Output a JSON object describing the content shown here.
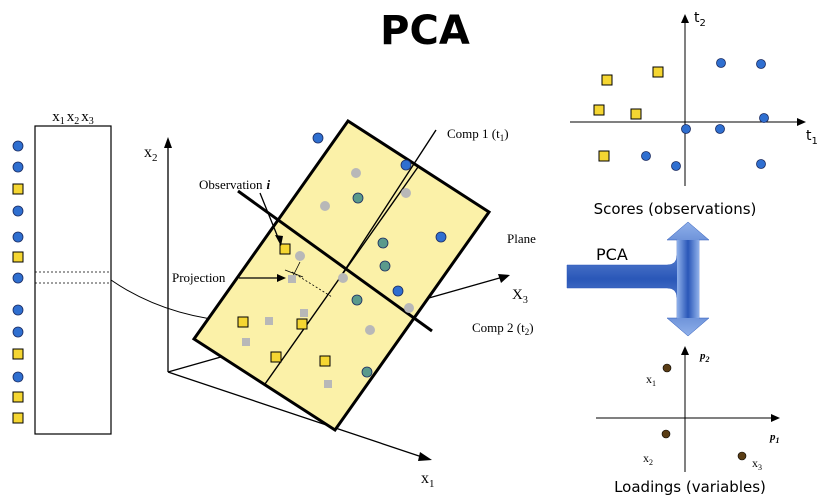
{
  "title": "PCA",
  "data_matrix": {
    "header": [
      "x",
      "1",
      "x",
      "2",
      "x",
      "3"
    ],
    "rows": [
      "circle",
      "circle",
      "square",
      "circle",
      "circle",
      "square",
      "circle",
      "circle",
      "circle",
      "square",
      "circle",
      "square",
      "square"
    ]
  },
  "axes3d": {
    "x1": [
      "x",
      "1"
    ],
    "x2": [
      "x",
      "2"
    ],
    "x3": [
      "X",
      "3"
    ]
  },
  "labels": {
    "observation": "Observation",
    "observation_i": "i",
    "projection": "Projection",
    "plane": "Plane",
    "comp1": [
      "Comp 1 (t",
      "1",
      ")"
    ],
    "comp2": [
      "Comp 2 (t",
      "2",
      ")"
    ]
  },
  "scores_plot": {
    "axis_y": [
      "t",
      "2"
    ],
    "axis_x": [
      "t",
      "1"
    ],
    "caption": "Scores (observations)"
  },
  "arrow_label": "PCA",
  "loadings_plot": {
    "axis_y": [
      "p",
      "2"
    ],
    "axis_x": [
      "p",
      "1"
    ],
    "points": [
      {
        "name": [
          "x",
          "1"
        ]
      },
      {
        "name": [
          "x",
          "2"
        ]
      },
      {
        "name": [
          "x",
          "3"
        ]
      }
    ],
    "caption": "Loadings (variables)"
  },
  "colors": {
    "circle_fill": "#2f6fd0",
    "square_fill": "#f5d632",
    "plane_fill": "#fbf1a8",
    "projected_gray": "#b8b8b8",
    "teal_circle": "#5a9a8c",
    "arrow_blue": "#2f5fbf"
  }
}
